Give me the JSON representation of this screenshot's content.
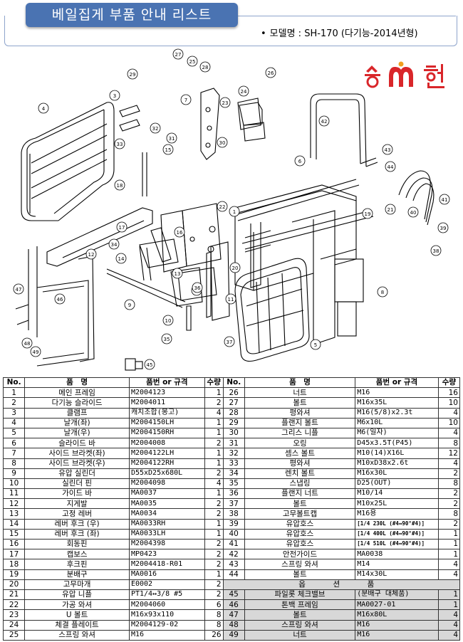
{
  "header": {
    "title": "베일집게 부품 안내 리스트",
    "model": "모델명 : SH-170 (다기능-2014년형)",
    "logo_text": "송현"
  },
  "callouts": [
    "1",
    "2",
    "3",
    "4",
    "5",
    "6",
    "7",
    "8",
    "9",
    "10",
    "11",
    "12",
    "13",
    "14",
    "15",
    "16",
    "17",
    "18",
    "19",
    "20",
    "21",
    "22",
    "23",
    "24",
    "25",
    "26",
    "27",
    "28",
    "29",
    "30",
    "31",
    "32",
    "33",
    "34",
    "35",
    "36",
    "37",
    "38",
    "39",
    "40",
    "41",
    "42",
    "43",
    "44",
    "45",
    "46",
    "47",
    "48",
    "49"
  ],
  "table": {
    "headers": {
      "no": "No.",
      "name": "품　명",
      "spec": "품번 or 규격",
      "qty": "수량"
    },
    "left_rows": [
      {
        "no": "1",
        "name": "메인 프레임",
        "spec": "M2004123",
        "qty": "1"
      },
      {
        "no": "2",
        "name": "다기능 슬라이드",
        "spec": "M2004011",
        "qty": "2"
      },
      {
        "no": "3",
        "name": "클램프",
        "spec": "캐치조합(봉고)",
        "qty": "4"
      },
      {
        "no": "4",
        "name": "날개(좌)",
        "spec": "M2004150LH",
        "qty": "1"
      },
      {
        "no": "5",
        "name": "날개(우)",
        "spec": "M2004150RH",
        "qty": "1"
      },
      {
        "no": "6",
        "name": "슬라이드 바",
        "spec": "M2004008",
        "qty": "2"
      },
      {
        "no": "7",
        "name": "사이드 브라켓(좌)",
        "spec": "M2004122LH",
        "qty": "1"
      },
      {
        "no": "8",
        "name": "사이드 브라켓(우)",
        "spec": "M2004122RH",
        "qty": "1"
      },
      {
        "no": "9",
        "name": "유압 실린더",
        "spec": "D55xD25x680L",
        "qty": "2"
      },
      {
        "no": "10",
        "name": "실린더 핀",
        "spec": "M2004098",
        "qty": "4"
      },
      {
        "no": "11",
        "name": "가이드 바",
        "spec": "MA0037",
        "qty": "1"
      },
      {
        "no": "12",
        "name": "지게발",
        "spec": "MA0035",
        "qty": "2"
      },
      {
        "no": "13",
        "name": "고정 레버",
        "spec": "MA0034",
        "qty": "2"
      },
      {
        "no": "14",
        "name": "레버 후크 (우)",
        "spec": "MA0033RH",
        "qty": "1"
      },
      {
        "no": "15",
        "name": "레버 후크 (좌)",
        "spec": "MA0033LH",
        "qty": "1"
      },
      {
        "no": "16",
        "name": "회동핀",
        "spec": "M2004398",
        "qty": "2"
      },
      {
        "no": "17",
        "name": "캡보스",
        "spec": "MP0423",
        "qty": "2"
      },
      {
        "no": "18",
        "name": "후크핀",
        "spec": "M2004418-R01",
        "qty": "2"
      },
      {
        "no": "19",
        "name": "분배구",
        "spec": "MA0016",
        "qty": "1"
      },
      {
        "no": "20",
        "name": "고무마개",
        "spec": "E0002",
        "qty": "2"
      },
      {
        "no": "21",
        "name": "유압 니플",
        "spec": "PT1/4↔3/8 #5",
        "qty": "2"
      },
      {
        "no": "22",
        "name": "가공 와셔",
        "spec": "M2004060",
        "qty": "6"
      },
      {
        "no": "23",
        "name": "U 볼트",
        "spec": "M16x93x110",
        "qty": "8"
      },
      {
        "no": "24",
        "name": "체결 플레이트",
        "spec": "M2004129-02",
        "qty": "8"
      },
      {
        "no": "25",
        "name": "스프링 와셔",
        "spec": "M16",
        "qty": "26"
      }
    ],
    "right_rows": [
      {
        "no": "26",
        "name": "너트",
        "spec": "M16",
        "qty": "16"
      },
      {
        "no": "27",
        "name": "볼트",
        "spec": "M16x35L",
        "qty": "10"
      },
      {
        "no": "28",
        "name": "평와셔",
        "spec": "M16(5/8)x2.3t",
        "qty": "4"
      },
      {
        "no": "29",
        "name": "플랜지 볼트",
        "spec": "M6x10L",
        "qty": "10"
      },
      {
        "no": "30",
        "name": "그리스 니플",
        "spec": "M6(일자)",
        "qty": "4"
      },
      {
        "no": "31",
        "name": "오링",
        "spec": "D45x3.5T(P45)",
        "qty": "8"
      },
      {
        "no": "32",
        "name": "셈스 볼트",
        "spec": "M10(14)X16L",
        "qty": "12"
      },
      {
        "no": "33",
        "name": "평와셔",
        "spec": "M10xD38x2.6t",
        "qty": "4"
      },
      {
        "no": "34",
        "name": "렌치 볼트",
        "spec": "M16x30L",
        "qty": "2"
      },
      {
        "no": "35",
        "name": "스냅링",
        "spec": "D25(OUT)",
        "qty": "8"
      },
      {
        "no": "36",
        "name": "플랜지 너트",
        "spec": "M10/14",
        "qty": "2"
      },
      {
        "no": "37",
        "name": "볼트",
        "spec": "M10x25L",
        "qty": "2"
      },
      {
        "no": "38",
        "name": "고무볼트캡",
        "spec": "M16용",
        "qty": "8"
      },
      {
        "no": "39",
        "name": "유압호스",
        "spec": "[1/4 230L (#4↔90°#4)]",
        "qty": "2",
        "small": true
      },
      {
        "no": "40",
        "name": "유압호스",
        "spec": "[1/4 400L (#4↔90°#4)]",
        "qty": "1",
        "small": true
      },
      {
        "no": "41",
        "name": "유압호스",
        "spec": "[1/4 510L (#4↔90°#4)]",
        "qty": "1",
        "small": true
      },
      {
        "no": "42",
        "name": "안전가이드",
        "spec": "MA0038",
        "qty": "1"
      },
      {
        "no": "43",
        "name": "스프링 와셔",
        "spec": "M14",
        "qty": "4"
      },
      {
        "no": "44",
        "name": "볼트",
        "spec": "M14x30L",
        "qty": "4"
      }
    ],
    "option_title": "옵　션　품",
    "option_rows": [
      {
        "no": "45",
        "name": "파일롯 체크밸브",
        "spec": "(분배구 대체품)",
        "qty": "1"
      },
      {
        "no": "46",
        "name": "톤백 프레임",
        "spec": "MA0027-01",
        "qty": "1"
      },
      {
        "no": "47",
        "name": "볼트",
        "spec": "M16x80L",
        "qty": "4"
      },
      {
        "no": "48",
        "name": "스프링 와셔",
        "spec": "M16",
        "qty": "4"
      },
      {
        "no": "49",
        "name": "너트",
        "spec": "M16",
        "qty": "4"
      }
    ]
  },
  "colors": {
    "title_bg": "#4a73b2",
    "logo_red": "#d9262a",
    "option_bg": "#d8d8d8"
  }
}
